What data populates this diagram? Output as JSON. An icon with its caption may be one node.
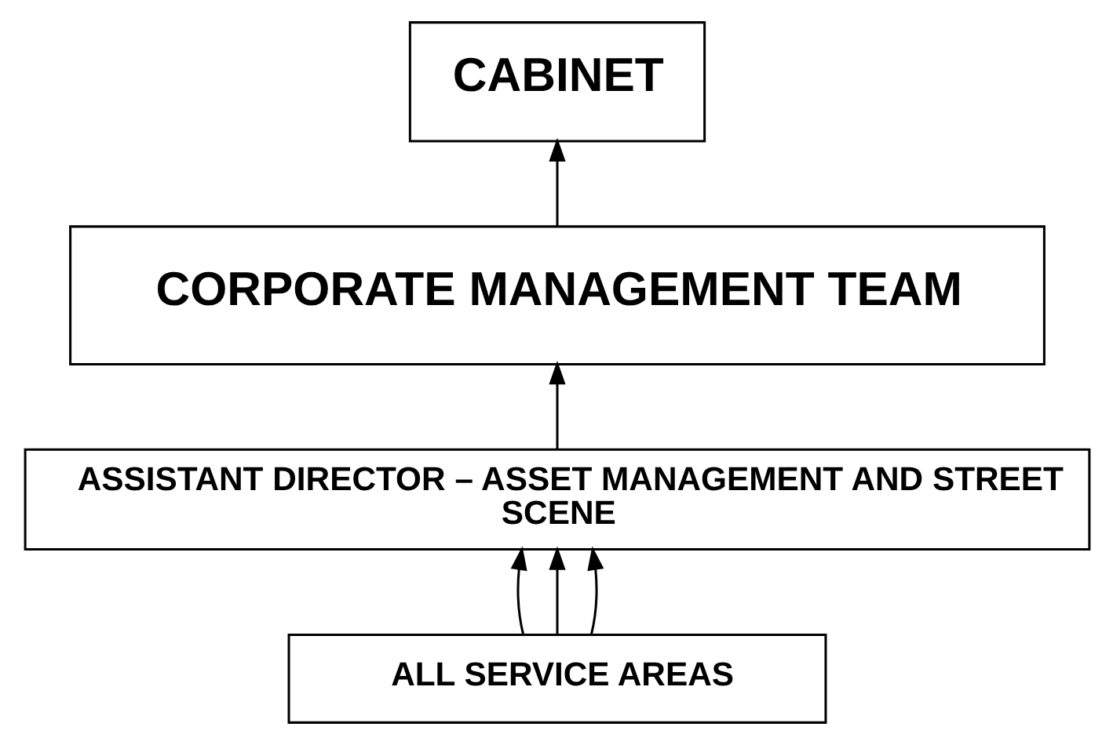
{
  "diagram": {
    "nodes": [
      {
        "text": [
          "CABINET"
        ]
      },
      {
        "text": [
          "CORPORATE MANAGEMENT TEAM"
        ]
      },
      {
        "text": [
          "ASSISTANT DIRECTOR – ASSET MANAGEMENT AND STREET SCENE"
        ]
      },
      {
        "text": [
          "ALL SERVICE AREAS"
        ]
      }
    ],
    "edges": [
      {
        "from": 1,
        "to": 0,
        "arrow": "to"
      },
      {
        "from": 2,
        "to": 1,
        "arrow": "to"
      },
      {
        "from": 3,
        "to": 2,
        "arrow": "to"
      },
      {
        "from": 3,
        "to": 2,
        "arrow": "to"
      },
      {
        "from": 3,
        "to": 2,
        "arrow": "to"
      }
    ]
  }
}
